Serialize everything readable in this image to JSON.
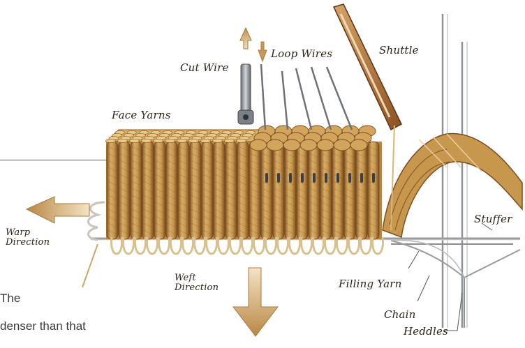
{
  "labels": {
    "cut_wire": "Cut Wire",
    "loop_wires": "Loop Wires",
    "shuttle": "Shuttle",
    "face_yarns": "Face Yarns",
    "stuffer": "Stuffer",
    "warp_direction": "Warp Direction",
    "weft_direction": "Weft Direction",
    "filling_yarn": "Filling Yarn",
    "chain": "Chain",
    "heddles": "Heddles"
  },
  "body_text": {
    "line1": "The",
    "line2": "denser than that"
  },
  "colors": {
    "yarn_light": "#e2bf7e",
    "yarn_mid": "#c8974e",
    "yarn_dark": "#8a5a24",
    "arrow": "#c79a5a",
    "wire": "#9aa0a6",
    "accent_line": "#c8323c"
  }
}
